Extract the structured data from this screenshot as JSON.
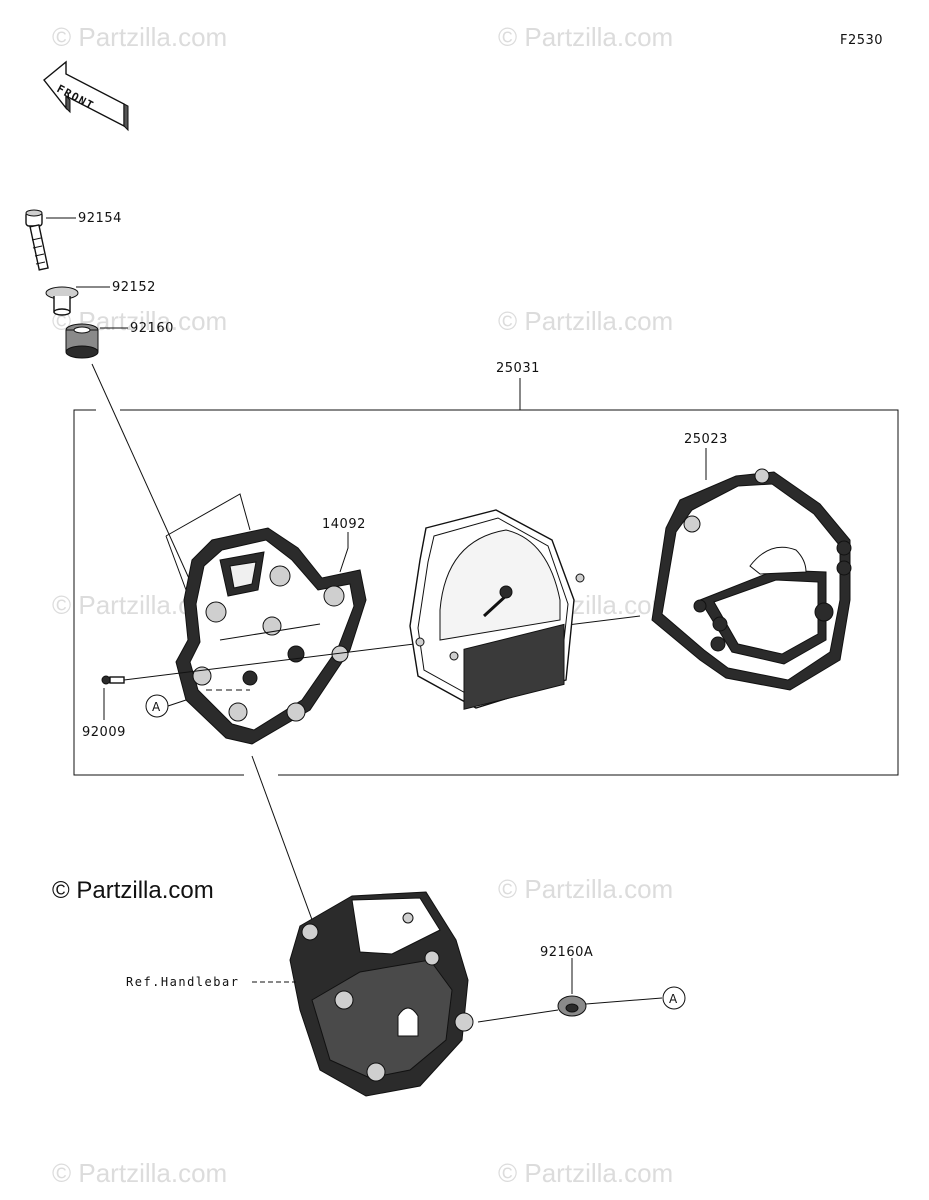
{
  "figure_code": "F2530",
  "front_label": "FRONT",
  "copyright": "© Partzilla.com",
  "watermark": "© Partzilla.com",
  "parts": {
    "bolt": "92154",
    "collar": "92152",
    "grommet": "92160",
    "meter_assy": "25031",
    "case_cover": "25023",
    "case": "14092",
    "screw": "92009",
    "grommet_a": "92160A"
  },
  "ref_handlebar": "Ref.Handlebar",
  "ref_mark": "A"
}
